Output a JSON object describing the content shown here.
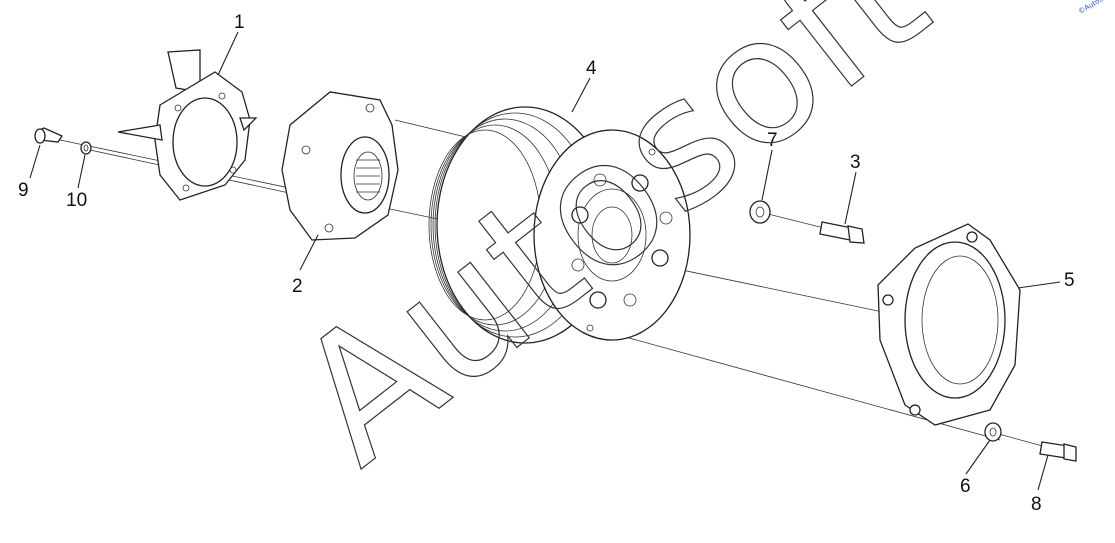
{
  "diagram": {
    "callouts": [
      {
        "id": "1",
        "text": "1"
      },
      {
        "id": "2",
        "text": "2"
      },
      {
        "id": "3",
        "text": "3"
      },
      {
        "id": "4",
        "text": "4"
      },
      {
        "id": "5",
        "text": "5"
      },
      {
        "id": "6",
        "text": "6"
      },
      {
        "id": "7",
        "text": "7"
      },
      {
        "id": "8",
        "text": "8"
      },
      {
        "id": "9",
        "text": "9"
      },
      {
        "id": "10",
        "text": "10"
      }
    ],
    "watermark": "Autosoft",
    "corner_mark": "©Autosoft",
    "line_color": "#222222",
    "watermark_color": "#333333",
    "corner_mark_color": "#2b4fd8"
  }
}
